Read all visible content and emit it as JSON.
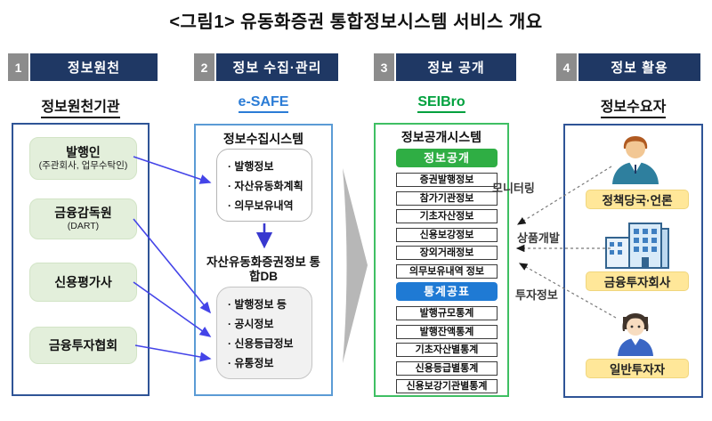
{
  "title": "<그림1>  유동화증권 통합정보시스템 서비스 개요",
  "steps": {
    "s1": {
      "num": "1",
      "label": "정보원천",
      "subtitle": "정보원천기관"
    },
    "s2": {
      "num": "2",
      "label": "정보 수집·관리",
      "subtitle": "e-SAFE"
    },
    "s3": {
      "num": "3",
      "label": "정보 공개",
      "subtitle": "SEIBro"
    },
    "s4": {
      "num": "4",
      "label": "정보 활용",
      "subtitle": "정보수요자"
    }
  },
  "sources": {
    "items": [
      {
        "name": "발행인",
        "sub": "(주관회사, 업무수탁인)"
      },
      {
        "name": "금융감독원",
        "sub": "(DART)"
      },
      {
        "name": "신용평가사",
        "sub": ""
      },
      {
        "name": "금융투자협회",
        "sub": ""
      }
    ]
  },
  "esafe": {
    "collect_title": "정보수집시스템",
    "collect_items": [
      "· 발행정보",
      "· 자산유동화계획",
      "· 의무보유내역"
    ],
    "db_title": "자산유동화증권정보 통합DB",
    "db_items": [
      "· 발행정보 등",
      "· 공시정보",
      "· 신용등급정보",
      "· 유통정보"
    ]
  },
  "seibro": {
    "system_title": "정보공개시스템",
    "disclosure_header": "정보공개",
    "disclosure_items": [
      "증권발행정보",
      "참가기관정보",
      "기초자산정보",
      "신용보강정보",
      "장외거래정보",
      "의무보유내역 정보"
    ],
    "stats_header": "통계공표",
    "stats_items": [
      "발행규모통계",
      "발행잔액통계",
      "기초자산별통계",
      "신용등급별통계",
      "신용보강기관별통계"
    ]
  },
  "consumers": {
    "items": [
      {
        "label": "정책당국·언론",
        "icon": "businessman-icon"
      },
      {
        "label": "금융투자회사",
        "icon": "building-icon"
      },
      {
        "label": "일반투자자",
        "icon": "investor-icon"
      }
    ],
    "flow_labels": [
      "모니터링",
      "상품개발",
      "투자정보"
    ]
  },
  "colors": {
    "header_navy": "#1f3864",
    "step_gray": "#8c8c8c",
    "source_green_fill": "#e3efdb",
    "esafe_border": "#5b9bd5",
    "esafe_text": "#2b7cd6",
    "seibro_border": "#3fbf63",
    "seibro_text": "#00a13e",
    "disclosure_green": "#2fae44",
    "stats_blue": "#1f7ad4",
    "consumer_yellow": "#ffe799",
    "arrow_blue": "#4444e8",
    "big_arrow_gray": "#b7b7b7",
    "outer_navy_border": "#2f5496"
  }
}
